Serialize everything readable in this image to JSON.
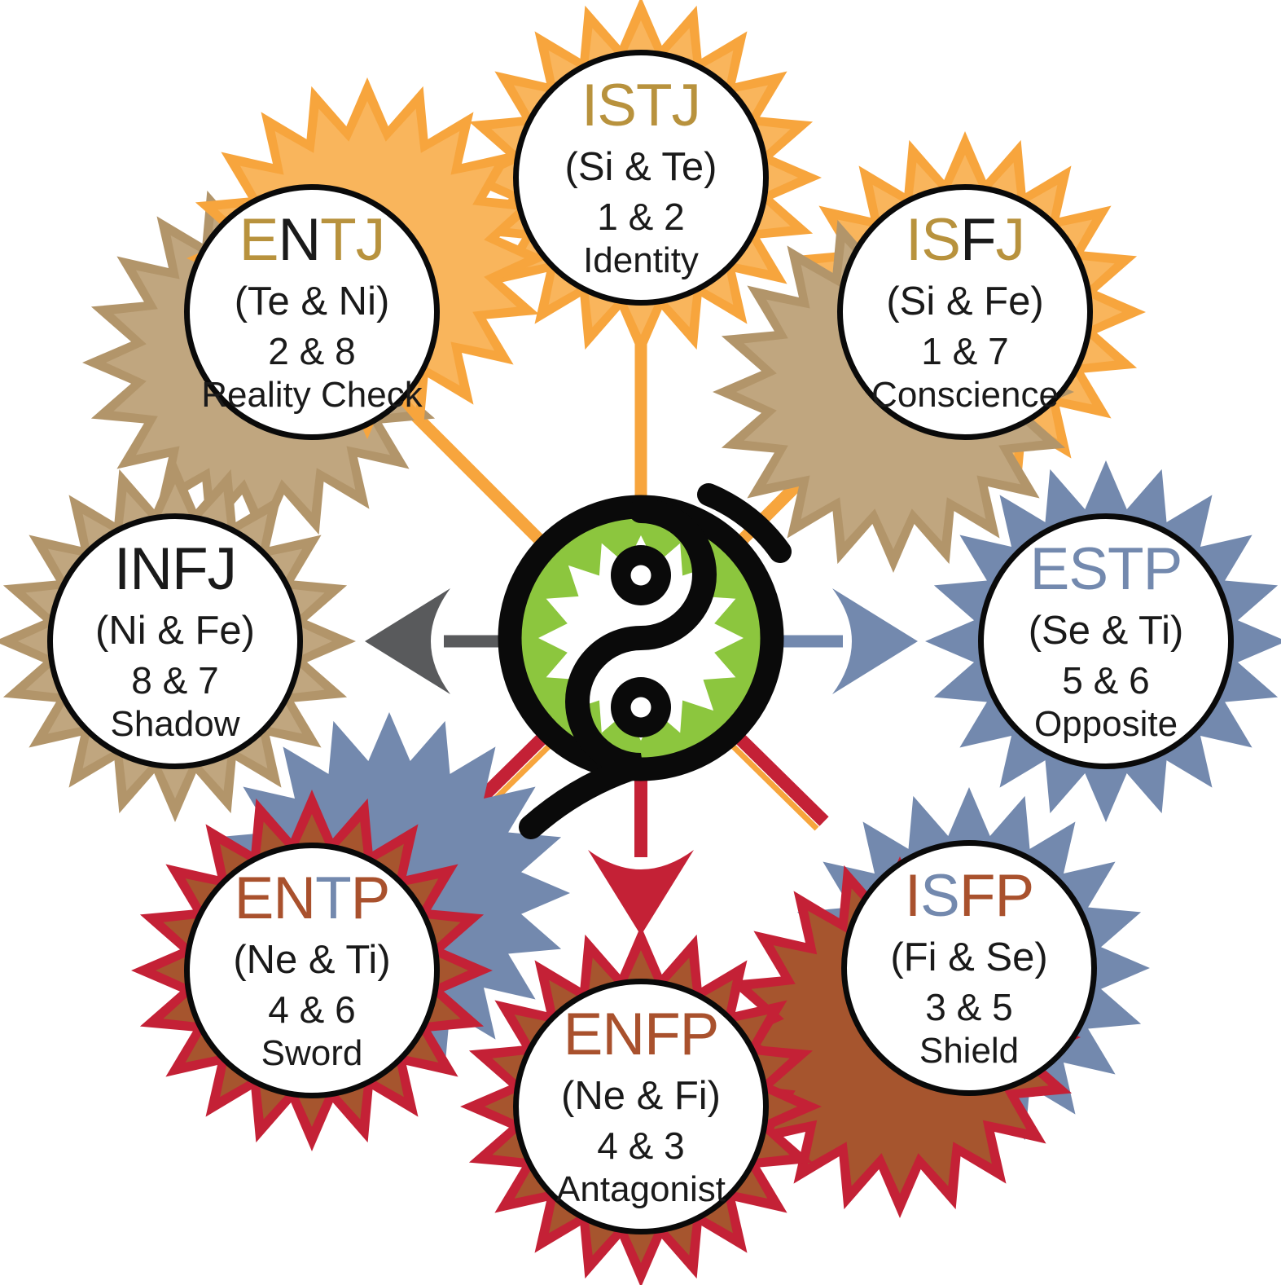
{
  "diagram_title": "MBTI type relationship wheel",
  "palette": {
    "ink": "#0a0a0a",
    "white": "#ffffff",
    "text_black": "#1a1a1a",
    "orange": "#F7A53D",
    "orange_light": "#F9B55C",
    "tan": "#B2956A",
    "tan_light": "#C0A67F",
    "blue": "#7389AE",
    "red": "#C42136",
    "brown": "#A6552E",
    "green": "#8CC63E",
    "gray": "#595A5C",
    "gold": "#B8923D",
    "rust": "#A9512D"
  },
  "center": {
    "icon": "yin-yang-icon"
  },
  "nodes": [
    {
      "id": "istj",
      "title": "ISTJ",
      "letters": [
        [
          "I",
          "gold"
        ],
        [
          "S",
          "gold"
        ],
        [
          "T",
          "gold"
        ],
        [
          "J",
          "gold"
        ]
      ],
      "functions": "(Si & Te)",
      "numbers": "1 & 2",
      "role": "Identity"
    },
    {
      "id": "entj",
      "title": "ENTJ",
      "letters": [
        [
          "E",
          "gold"
        ],
        [
          "N",
          "black"
        ],
        [
          "T",
          "gold"
        ],
        [
          "J",
          "gold"
        ]
      ],
      "functions": "(Te & Ni)",
      "numbers": "2 & 8",
      "role": "Reality Check"
    },
    {
      "id": "isfj",
      "title": "ISFJ",
      "letters": [
        [
          "I",
          "gold"
        ],
        [
          "S",
          "gold"
        ],
        [
          "F",
          "black"
        ],
        [
          "J",
          "gold"
        ]
      ],
      "functions": "(Si & Fe)",
      "numbers": "1 & 7",
      "role": "Conscience"
    },
    {
      "id": "infj",
      "title": "INFJ",
      "letters": [
        [
          "I",
          "black"
        ],
        [
          "N",
          "black"
        ],
        [
          "F",
          "black"
        ],
        [
          "J",
          "black"
        ]
      ],
      "functions": "(Ni & Fe)",
      "numbers": "8 & 7",
      "role": "Shadow"
    },
    {
      "id": "estp",
      "title": "ESTP",
      "letters": [
        [
          "E",
          "blue"
        ],
        [
          "S",
          "blue"
        ],
        [
          "T",
          "blue"
        ],
        [
          "P",
          "blue"
        ]
      ],
      "functions": "(Se & Ti)",
      "numbers": "5 & 6",
      "role": "Opposite"
    },
    {
      "id": "entp",
      "title": "ENTP",
      "letters": [
        [
          "E",
          "rust"
        ],
        [
          "N",
          "rust"
        ],
        [
          "T",
          "blue"
        ],
        [
          "P",
          "rust"
        ]
      ],
      "functions": "(Ne & Ti)",
      "numbers": "4 & 6",
      "role": "Sword"
    },
    {
      "id": "isfp",
      "title": "ISFP",
      "letters": [
        [
          "I",
          "rust"
        ],
        [
          "S",
          "blue"
        ],
        [
          "F",
          "rust"
        ],
        [
          "P",
          "rust"
        ]
      ],
      "functions": "(Fi & Se)",
      "numbers": "3 & 5",
      "role": "Shield"
    },
    {
      "id": "enfp",
      "title": "ENFP",
      "letters": [
        [
          "E",
          "rust"
        ],
        [
          "N",
          "rust"
        ],
        [
          "F",
          "rust"
        ],
        [
          "P",
          "rust"
        ]
      ],
      "functions": "(Ne & Fi)",
      "numbers": "4 & 3",
      "role": "Antagonist"
    }
  ]
}
